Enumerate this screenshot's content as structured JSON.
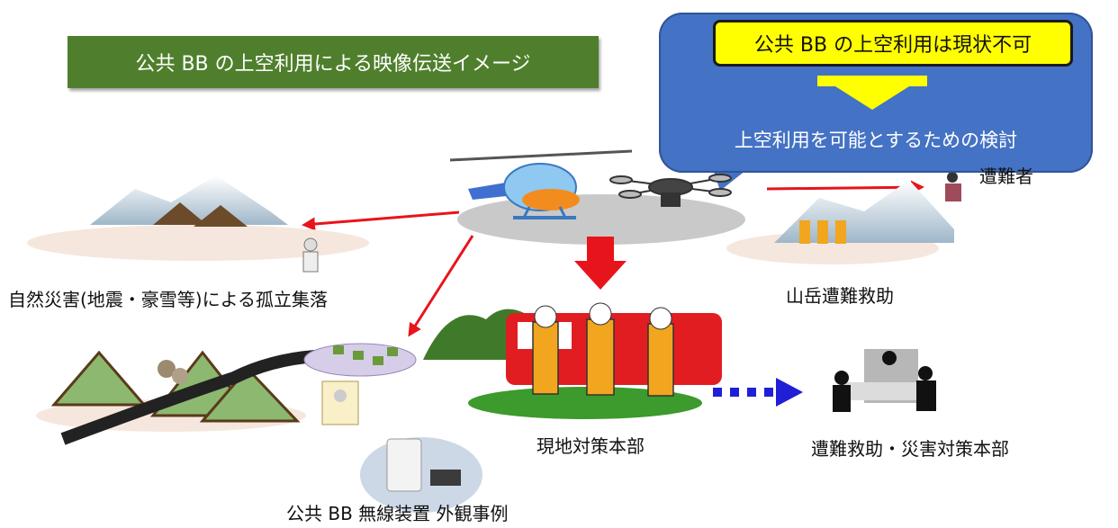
{
  "title": "公共 BB の上空利用による映像伝送イメージ",
  "callout": {
    "headline": "公共 BB の上空利用は現状不可",
    "subtext": "上空利用を可能とするための検討"
  },
  "labels": {
    "victim": "遭難者",
    "isolated_village": "自然災害(地震・豪雪等)による孤立集落",
    "mountain_rescue": "山岳遭難救助",
    "field_hq": "現地対策本部",
    "rescue_hq": "遭難救助・災害対策本部",
    "device_example": "公共 BB 無線装置  外観事例"
  },
  "colors": {
    "title_bg": "#4f7f2c",
    "callout_bg": "#4472c4",
    "callout_highlight": "#ffff00",
    "arrow_red": "#e8141b",
    "arrow_blue": "#1f1fd6"
  }
}
